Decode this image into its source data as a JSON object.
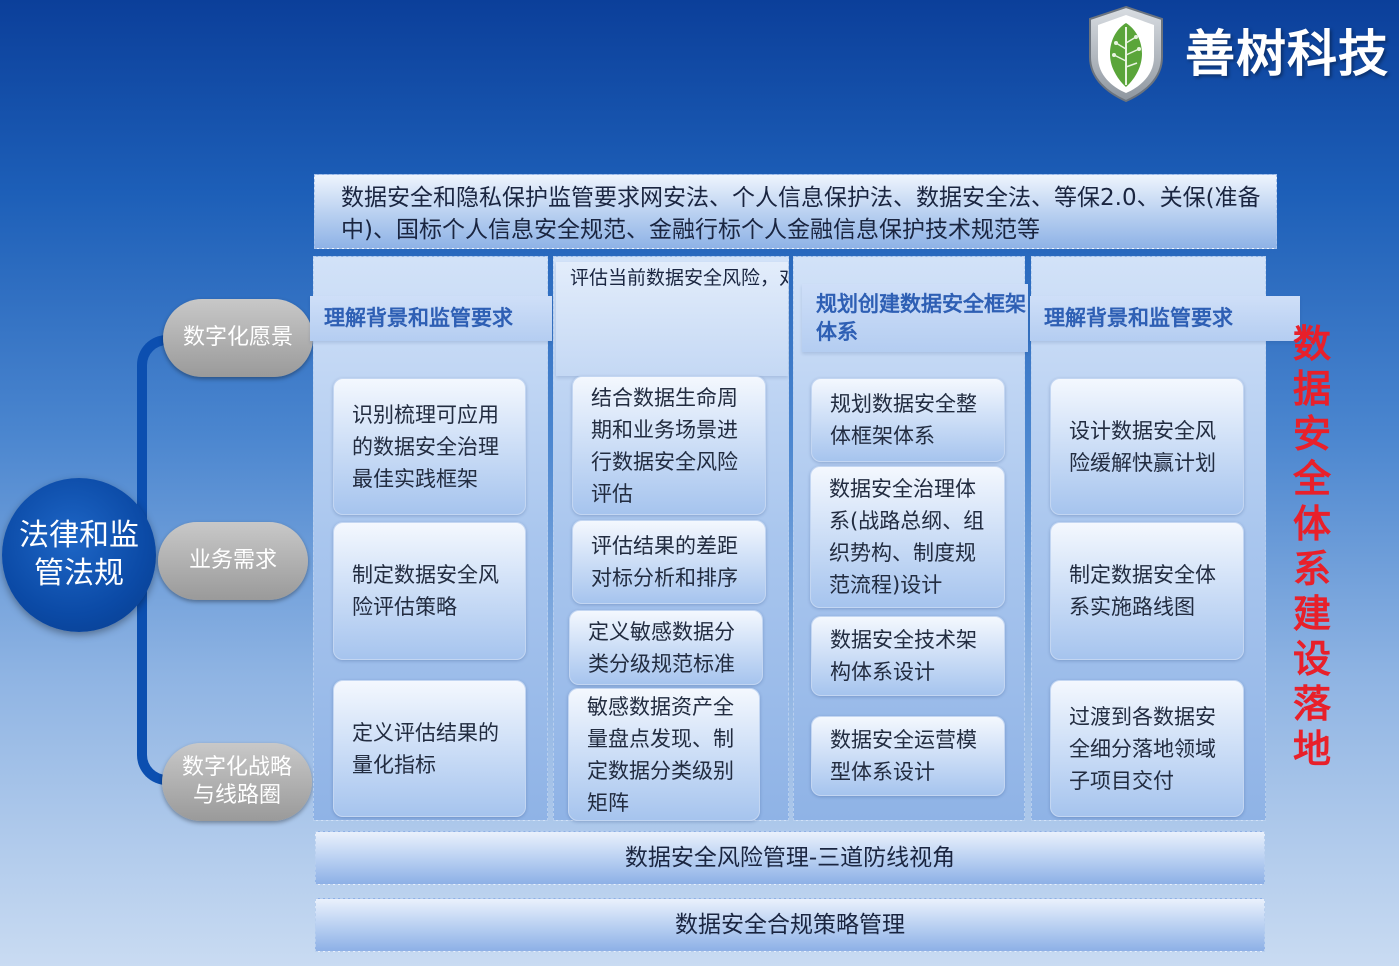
{
  "brand": {
    "name": "善树科技",
    "icon": "leaf-circuit-shield-icon",
    "colors": {
      "shield": "#9aa3ad",
      "leaf": "#5aa53a"
    }
  },
  "top_banner": "数据安全和隐私保护监管要求网安法、个人信息保护法、数据安全法、等保2.0、关保(准备中)、国标个人信息安全规范、金融行标个人金融信息保护技术规范等",
  "left": {
    "hub": "法律和监管法规",
    "pills": [
      "数字化愿景",
      "业务需求",
      "数字化战略与线路圈"
    ]
  },
  "columns": [
    {
      "header": "理解背景和监管要求",
      "items": [
        "识别梳理可应用的数据安全治理最佳实践框架",
        "制定数据安全风险评估策略",
        "定义评估结果的量化指标"
      ]
    },
    {
      "header": "评估当前数据安全风险，对敏感数据分布进行全面摸排，厘清重点领域，夯实数据安全底座",
      "items": [
        "结合数据生命周期和业务场景进行数据安全风险评估",
        "评估结果的差距对标分析和排序",
        "定义敏感数据分类分级规范标准",
        "敏感数据资产全量盘点发现、制定数据分类级别矩阵"
      ]
    },
    {
      "header": "规划创建数据安全框架体系",
      "items": [
        "规划数据安全整体框架体系",
        "数据安全治理体系(战路总纲、组织势构、制度规范流程)设计",
        "数据安全技术架构体系设计",
        "数据安全运营模型体系设计"
      ]
    },
    {
      "header": "理解背景和监管要求",
      "items": [
        "设计数据安全风险缓解快赢计划",
        "制定数据安全体系实施路线图",
        "过渡到各数据安全细分落地领域子项目交付"
      ]
    }
  ],
  "right_vertical": "数据安全体系建设落地",
  "bottom_bars": [
    "数据安全风险管理-三道防线视角",
    "数据安全合规策略管理"
  ],
  "colors": {
    "accent_red": "#e8202a",
    "hub_blue": "#0b4aa6",
    "header_blue": "#2e5fb4"
  }
}
